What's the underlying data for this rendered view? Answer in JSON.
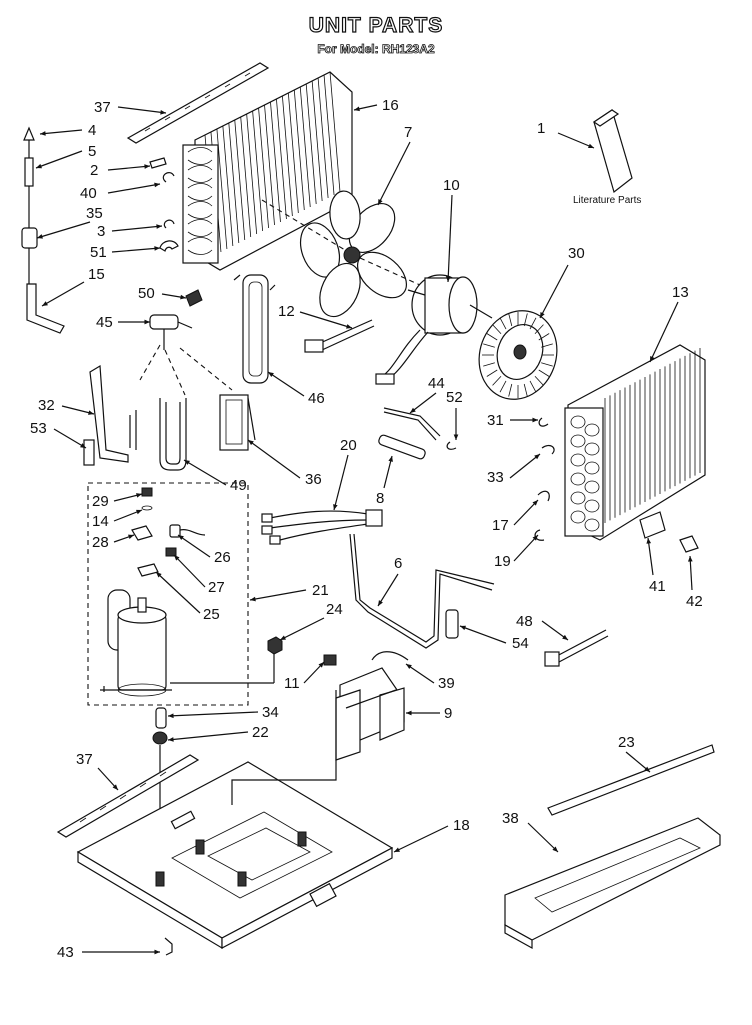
{
  "header": {
    "title": "UNIT PARTS",
    "subtitle": "For Model: RH123A2"
  },
  "literature_caption": "Literature Parts",
  "parts": [
    {
      "id": "p37a",
      "label": "37"
    },
    {
      "id": "p16",
      "label": "16"
    },
    {
      "id": "p4",
      "label": "4"
    },
    {
      "id": "p7",
      "label": "7"
    },
    {
      "id": "p1",
      "label": "1"
    },
    {
      "id": "p5",
      "label": "5"
    },
    {
      "id": "p2",
      "label": "2"
    },
    {
      "id": "p40",
      "label": "40"
    },
    {
      "id": "p10",
      "label": "10"
    },
    {
      "id": "p35",
      "label": "35"
    },
    {
      "id": "p3",
      "label": "3"
    },
    {
      "id": "p30",
      "label": "30"
    },
    {
      "id": "p51",
      "label": "51"
    },
    {
      "id": "p15",
      "label": "15"
    },
    {
      "id": "p13",
      "label": "13"
    },
    {
      "id": "p50",
      "label": "50"
    },
    {
      "id": "p12",
      "label": "12"
    },
    {
      "id": "p45",
      "label": "45"
    },
    {
      "id": "p46",
      "label": "46"
    },
    {
      "id": "p44",
      "label": "44"
    },
    {
      "id": "p32",
      "label": "32"
    },
    {
      "id": "p52",
      "label": "52"
    },
    {
      "id": "p53",
      "label": "53"
    },
    {
      "id": "p31",
      "label": "31"
    },
    {
      "id": "p20",
      "label": "20"
    },
    {
      "id": "p33",
      "label": "33"
    },
    {
      "id": "p36",
      "label": "36"
    },
    {
      "id": "p49",
      "label": "49"
    },
    {
      "id": "p8",
      "label": "8"
    },
    {
      "id": "p29",
      "label": "29"
    },
    {
      "id": "p14",
      "label": "14"
    },
    {
      "id": "p17",
      "label": "17"
    },
    {
      "id": "p28",
      "label": "28"
    },
    {
      "id": "p26",
      "label": "26"
    },
    {
      "id": "p19",
      "label": "19"
    },
    {
      "id": "p6",
      "label": "6"
    },
    {
      "id": "p27",
      "label": "27"
    },
    {
      "id": "p41",
      "label": "41"
    },
    {
      "id": "p42",
      "label": "42"
    },
    {
      "id": "p21",
      "label": "21"
    },
    {
      "id": "p25",
      "label": "25"
    },
    {
      "id": "p24",
      "label": "24"
    },
    {
      "id": "p48",
      "label": "48"
    },
    {
      "id": "p54",
      "label": "54"
    },
    {
      "id": "p11",
      "label": "11"
    },
    {
      "id": "p39",
      "label": "39"
    },
    {
      "id": "p34",
      "label": "34"
    },
    {
      "id": "p9",
      "label": "9"
    },
    {
      "id": "p22",
      "label": "22"
    },
    {
      "id": "p23",
      "label": "23"
    },
    {
      "id": "p37b",
      "label": "37"
    },
    {
      "id": "p18",
      "label": "18"
    },
    {
      "id": "p38",
      "label": "38"
    },
    {
      "id": "p43",
      "label": "43"
    }
  ]
}
